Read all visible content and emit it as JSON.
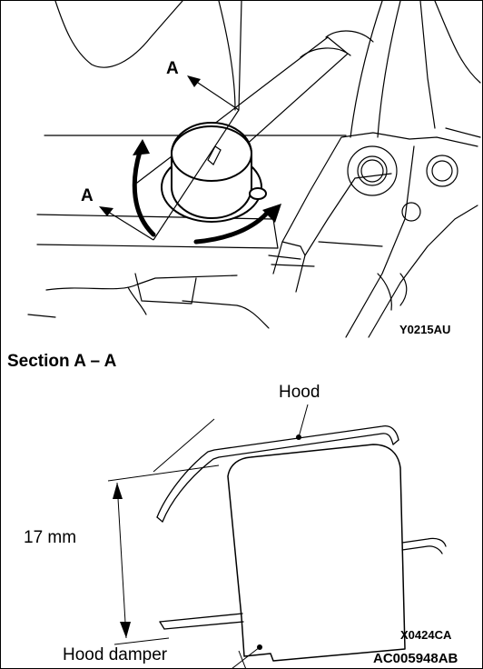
{
  "top_figure": {
    "arrow_label_upper": "A",
    "arrow_label_lower": "A",
    "figure_code": "Y0215AU"
  },
  "section_figure": {
    "title": "Section A – A",
    "hood_label": "Hood",
    "dimension_label": "17 mm",
    "damper_label": "Hood damper",
    "figure_code": "X0424CA"
  },
  "page_code": "AC005948AB"
}
